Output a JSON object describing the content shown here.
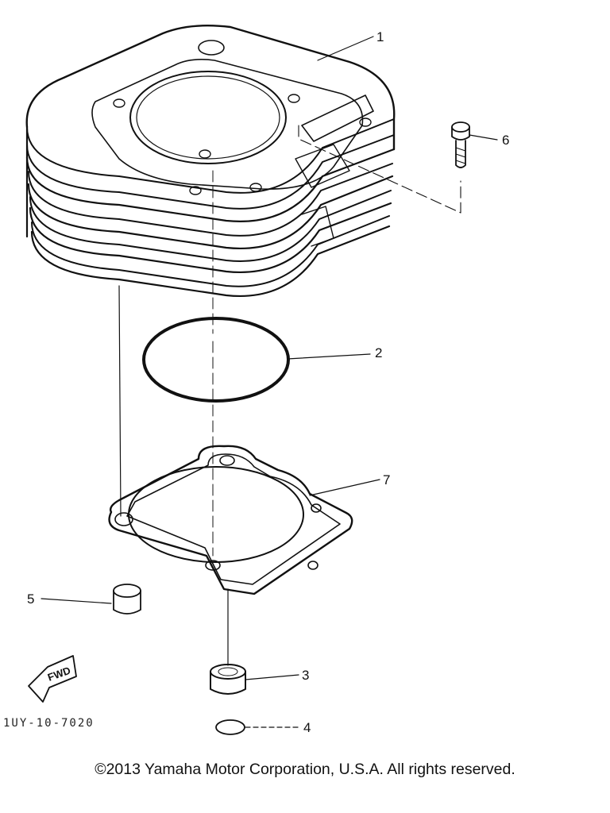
{
  "diagram": {
    "callouts": [
      {
        "id": "1",
        "label": "1"
      },
      {
        "id": "2",
        "label": "2"
      },
      {
        "id": "3",
        "label": "3"
      },
      {
        "id": "4",
        "label": "4"
      },
      {
        "id": "5",
        "label": "5"
      },
      {
        "id": "6",
        "label": "6"
      },
      {
        "id": "7",
        "label": "7"
      }
    ],
    "fwd_label": "FWD",
    "code": "1UY-10-7020"
  },
  "footer": {
    "copyright": "©2013 Yamaha Motor Corporation, U.S.A. All rights reserved."
  }
}
